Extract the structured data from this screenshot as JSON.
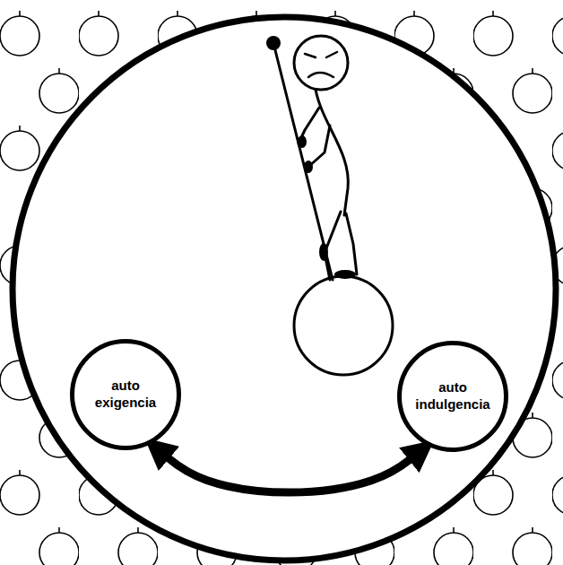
{
  "diagram": {
    "nodes": [
      {
        "text": [
          "auto exigencia"
        ]
      },
      {
        "text": [
          "auto indulgencia"
        ]
      }
    ],
    "edges": [
      {
        "from": 0,
        "to": 1,
        "arrow": "both"
      }
    ]
  }
}
